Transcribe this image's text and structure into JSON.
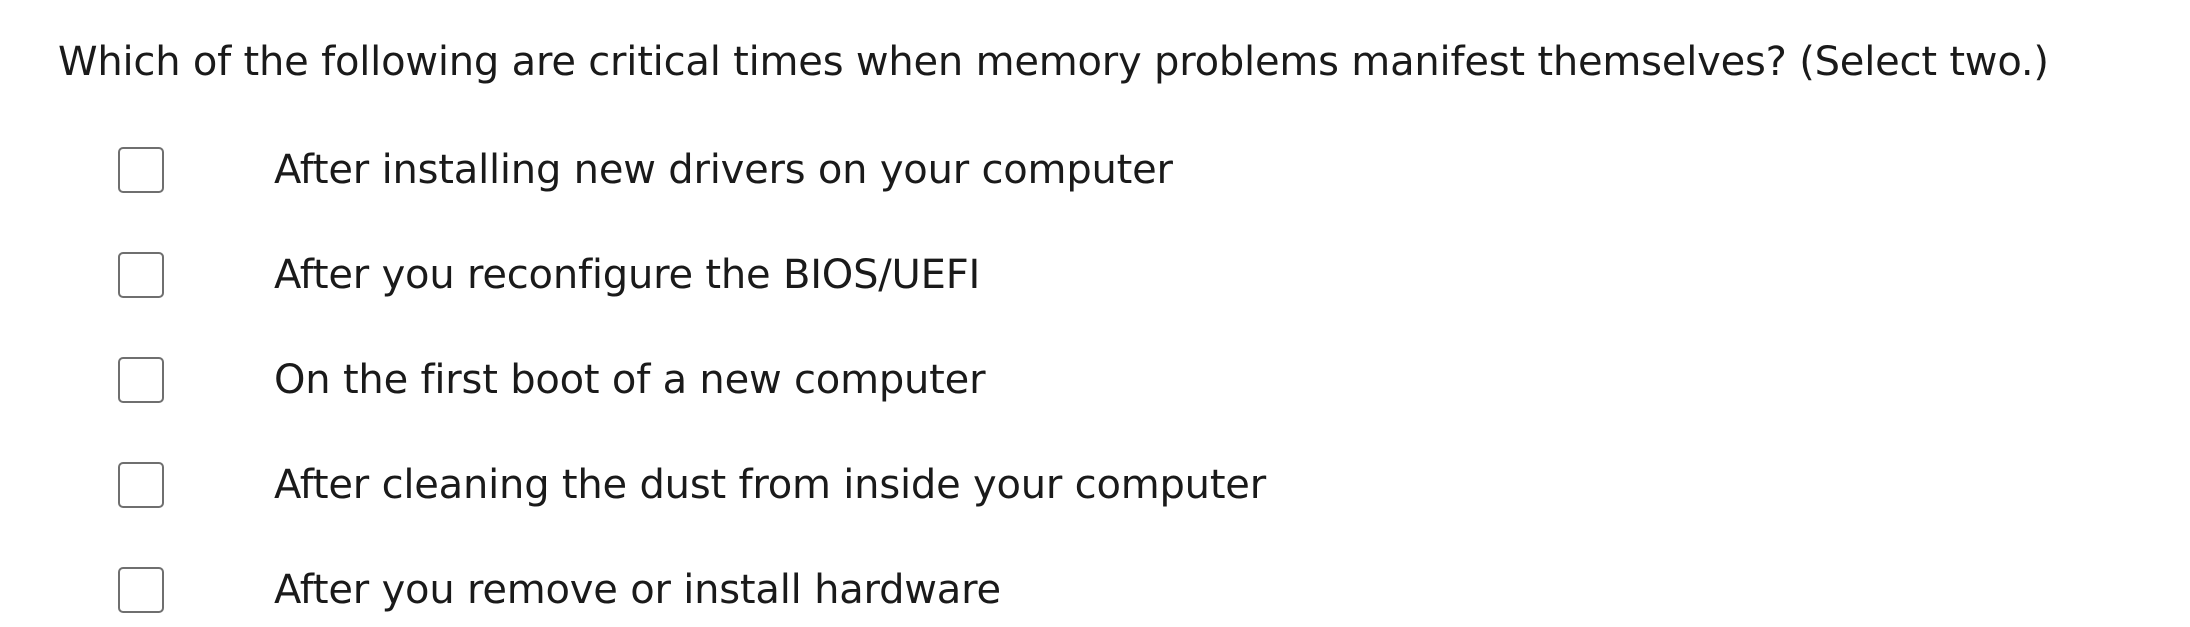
{
  "question": {
    "text": "Which of the following are critical times when memory problems manifest themselves? (Select two.)"
  },
  "options": [
    {
      "label": "After installing new drivers on your computer",
      "checked": false
    },
    {
      "label": "After you reconfigure the BIOS/UEFI",
      "checked": false
    },
    {
      "label": "On the first boot of a new computer",
      "checked": false
    },
    {
      "label": "After cleaning the dust from inside your computer",
      "checked": false
    },
    {
      "label": "After you remove or install hardware",
      "checked": false
    }
  ]
}
